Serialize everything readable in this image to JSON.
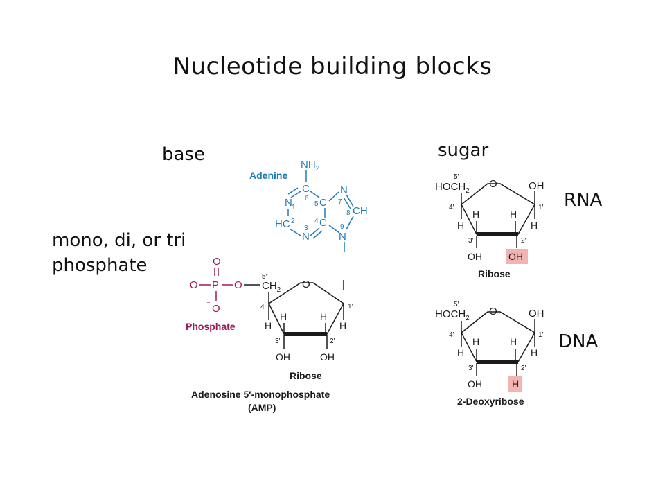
{
  "slide": {
    "title": "Nucleotide building blocks",
    "labels": {
      "base": "base",
      "sugar": "sugar",
      "phosphate_line1": "mono, di, or tri",
      "phosphate_line2": "phosphate",
      "rna": "RNA",
      "dna": "DNA"
    }
  },
  "figure": {
    "adenine": {
      "name": "Adenine",
      "amine_N": "NH",
      "amine_sub": "2",
      "c6": "C",
      "c5": "C",
      "c4": "C",
      "n1": "N",
      "n3": "N",
      "n7": "N",
      "n9": "N",
      "c2": "HC",
      "c8": "CH",
      "num": [
        "6",
        "5",
        "7",
        "8",
        "1",
        "2",
        "4",
        "9",
        "3"
      ]
    },
    "amp": {
      "phosphate_label": "Phosphate",
      "sugar_label": "Ribose",
      "caption_line1": "Adenosine 5′-monophosphate",
      "caption_line2": "(AMP)"
    },
    "ribose": {
      "label": "Ribose",
      "two_prime_group": "OH",
      "highlight_color": "#f4b3b3"
    },
    "deoxyribose": {
      "label": "2-Deoxyribose",
      "two_prime_group": "H",
      "highlight_color": "#f4b3b3"
    },
    "colors": {
      "adenine": "#1f7ab3",
      "phosphate": "#9b1c5a",
      "ink": "#1a1a1a"
    }
  }
}
